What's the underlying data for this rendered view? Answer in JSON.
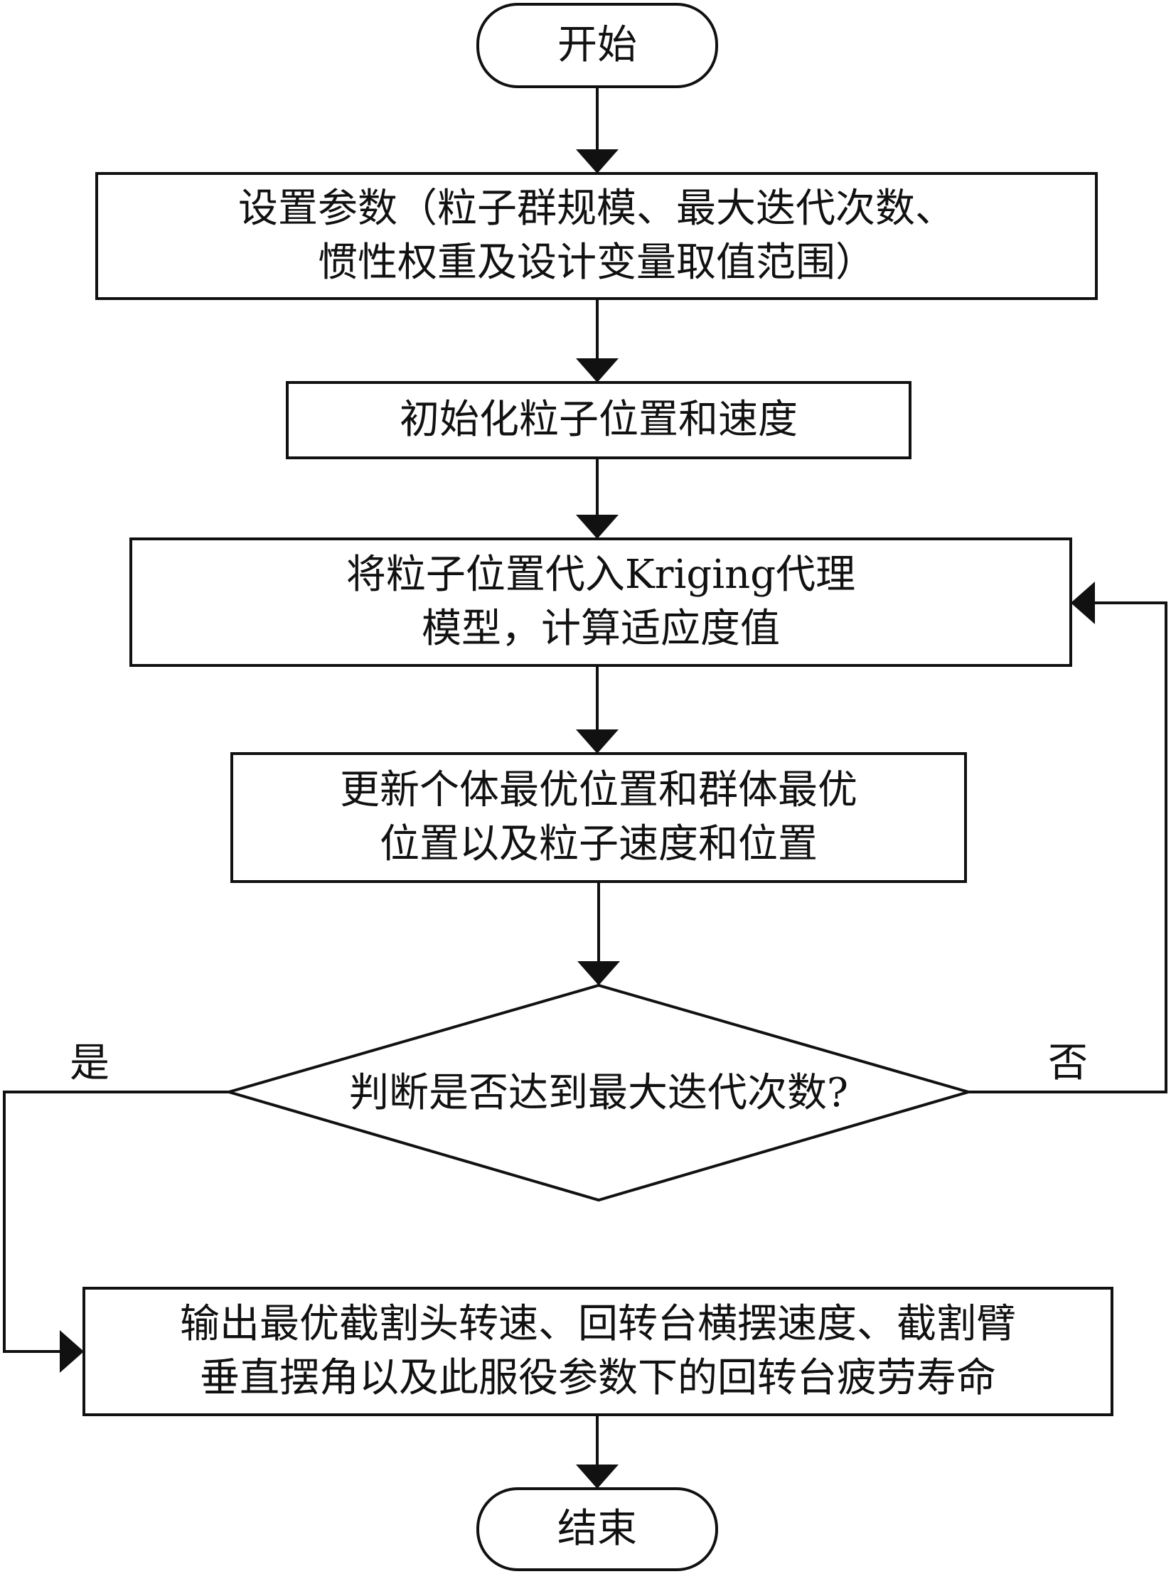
{
  "nodes": {
    "start": {
      "label": "开始"
    },
    "set_params": {
      "lines": [
        "设置参数（粒子群规模、最大迭代次数、",
        "惯性权重及设计变量取值范围）"
      ]
    },
    "init": {
      "label": "初始化粒子位置和速度"
    },
    "evaluate": {
      "lines": [
        "将粒子位置代入Kriging代理",
        "模型，计算适应度值"
      ]
    },
    "update": {
      "lines": [
        "更新个体最优位置和群体最优",
        "位置以及粒子速度和位置"
      ]
    },
    "decision": {
      "label": "判断是否达到最大迭代次数?"
    },
    "output": {
      "lines": [
        "输出最优截割头转速、回转台横摆速度、截割臂",
        "垂直摆角以及此服役参数下的回转台疲劳寿命"
      ]
    },
    "end": {
      "label": "结束"
    }
  },
  "branches": {
    "yes": "是",
    "no": "否"
  },
  "colors": {
    "stroke": "#111111",
    "background": "#ffffff"
  }
}
